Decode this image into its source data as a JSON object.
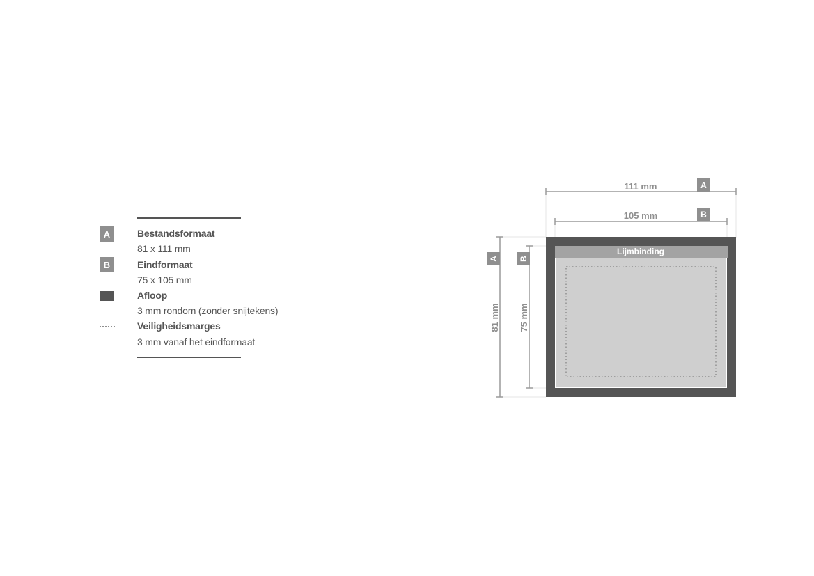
{
  "legend": {
    "items": [
      {
        "marker": "A",
        "title": "Bestandsformaat",
        "value": "81 x 111 mm"
      },
      {
        "marker": "B",
        "title": "Eindformaat",
        "value": "75 x 105 mm"
      },
      {
        "marker": "bleed-swatch",
        "title": "Afloop",
        "value": "3 mm rondom (zonder snijtekens)"
      },
      {
        "marker": "dotted-line",
        "title": "Veiligheidsmarges",
        "value": "3 mm vanaf het eindformaat"
      }
    ]
  },
  "diagram": {
    "file_width": "111 mm",
    "final_width": "105 mm",
    "file_height": "81 mm",
    "final_height": "75 mm",
    "marker_a": "A",
    "marker_b": "B",
    "binding_label": "Lijmbinding"
  },
  "colors": {
    "bleed": "#555555",
    "marker": "#8f8f8f",
    "page": "#cfcfcf",
    "binding_bar": "#a3a3a3",
    "dimension_line": "#9a9a9a"
  }
}
